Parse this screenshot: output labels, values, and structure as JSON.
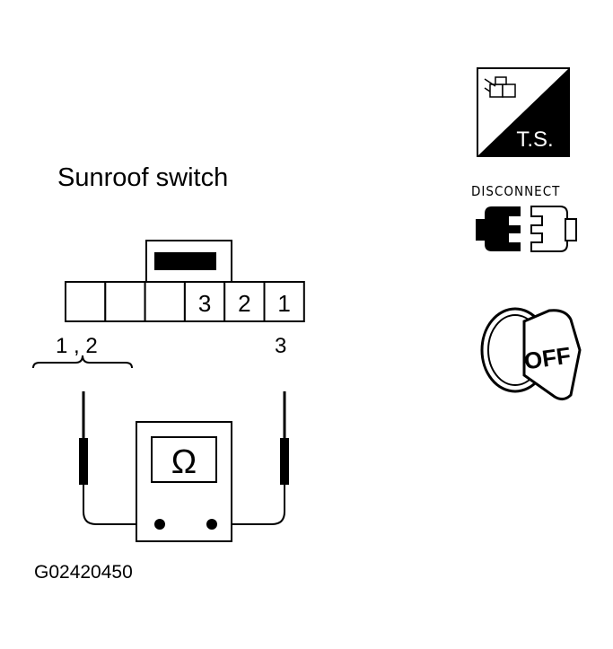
{
  "title": "Sunroof switch",
  "figure_id": "G02420450",
  "connector": {
    "cells": [
      "",
      "",
      "",
      "3",
      "2",
      "1"
    ]
  },
  "probe_labels": {
    "left": "1 , 2",
    "right": "3"
  },
  "meter": {
    "symbol": "Ω"
  },
  "icons": {
    "ts_label": "T.S.",
    "disconnect_label": "DISCONNECT",
    "key_label": "OFF"
  }
}
